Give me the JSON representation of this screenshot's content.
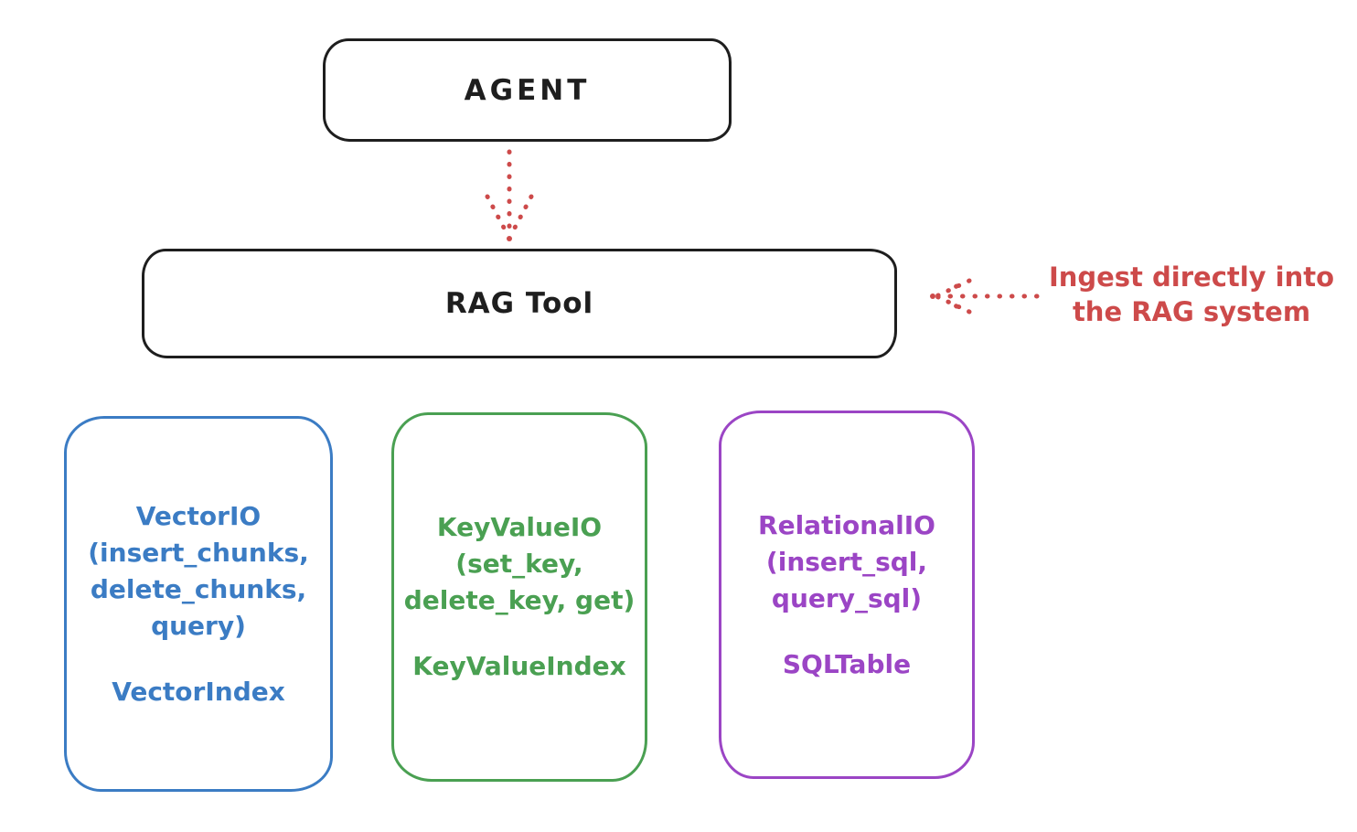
{
  "canvas": {
    "background": "#ffffff"
  },
  "palette": {
    "ink": "#1e1e1e",
    "red": "#cd4a4a",
    "blue": "#3b7cc4",
    "green": "#4aa052",
    "purple": "#9b45c5"
  },
  "nodes": {
    "agent": {
      "label": "AGENT"
    },
    "rag_tool": {
      "label": "RAG Tool"
    }
  },
  "annotation": {
    "line1": "Ingest directly into",
    "line2": "the RAG system",
    "color": "#cd4a4a"
  },
  "arrows": [
    {
      "name": "agent-to-rag-tool",
      "style": "dotted",
      "direction": "down",
      "color": "#cd4a4a"
    },
    {
      "name": "annotation-to-rag-tool",
      "style": "dotted",
      "direction": "left",
      "color": "#cd4a4a"
    }
  ],
  "stores": [
    {
      "name": "vector-io",
      "color": "#3b7cc4",
      "body": "VectorIO\n(insert_chunks,\ndelete_chunks,\nquery)",
      "index": "VectorIndex"
    },
    {
      "name": "key-value-io",
      "color": "#4aa052",
      "body": "KeyValueIO\n(set_key,\ndelete_key, get)",
      "index": "KeyValueIndex"
    },
    {
      "name": "relational-io",
      "color": "#9b45c5",
      "body": "RelationalIO\n(insert_sql,\nquery_sql)",
      "index": "SQLTable"
    }
  ]
}
